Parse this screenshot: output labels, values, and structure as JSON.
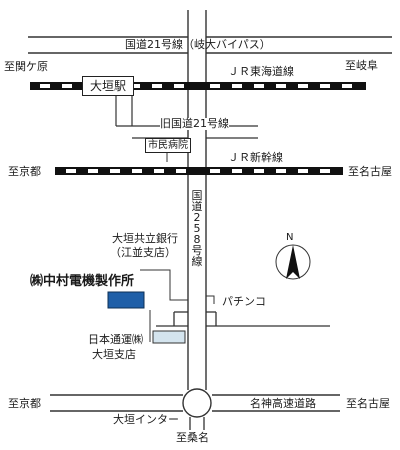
{
  "routes": {
    "national_route_21_bypass": "国道21号線（岐大バイパス）",
    "old_national_route_21": "旧国道21号線",
    "national_route_258": "国道258号線",
    "meishin_expressway": "名神高速道路"
  },
  "railways": {
    "jr_tokaido": "ＪＲ東海道線",
    "jr_shinkansen": "ＪＲ新幹線"
  },
  "directions": {
    "sekigahara": "至関ケ原",
    "gifu": "至岐阜",
    "kyoto_upper": "至京都",
    "nagoya_upper": "至名古屋",
    "kyoto_lower": "至京都",
    "nagoya_lower": "至名古屋",
    "kuwana": "至桑名"
  },
  "landmarks": {
    "ogaki_station": "大垣駅",
    "city_hospital": "市民病院",
    "bank_name": "大垣共立銀行",
    "bank_branch": "（江並支店）",
    "pachinko": "パチンコ",
    "nittsu_name": "日本通運㈱",
    "nittsu_branch": "大垣支店",
    "ogaki_interchange": "大垣インター"
  },
  "company": {
    "name": "㈱中村電機製作所",
    "marker_color": "#1f5fa8"
  },
  "compass": {
    "label": "N"
  },
  "colors": {
    "road": "#333333",
    "rail": "#111111",
    "nittsu_fill": "#d4e4ee"
  }
}
